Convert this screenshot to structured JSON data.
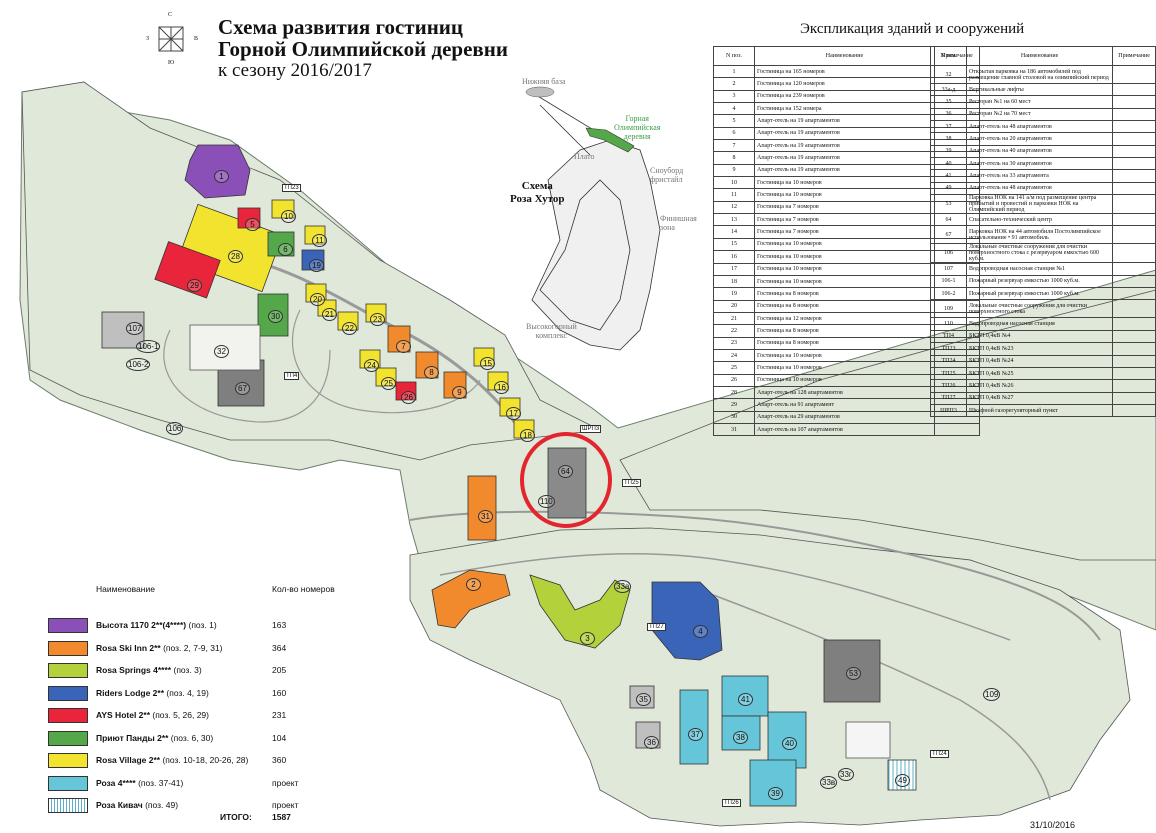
{
  "title": {
    "line1": "Схема развития гостиниц",
    "line2": "Горной Олимпийской деревни",
    "line3": "к сезону 2016/2017"
  },
  "compass": {
    "n": "С",
    "s": "Ю",
    "w": "З",
    "e": "В"
  },
  "explication": {
    "title": "Экспликация зданий и сооружений",
    "headers": {
      "num": "N поз.",
      "name": "Наименование",
      "note": "Примечание"
    },
    "left": [
      [
        "1",
        "Гостиница на 165 номеров"
      ],
      [
        "2",
        "Гостиница на 120 номеров"
      ],
      [
        "3",
        "Гостиница на 239 номеров"
      ],
      [
        "4",
        "Гостиница на 152 номера"
      ],
      [
        "5",
        "Апарт-отель на 19 апартаментов"
      ],
      [
        "6",
        "Апарт-отель на 19 апартаментов"
      ],
      [
        "7",
        "Апарт-отель на 19 апартаментов"
      ],
      [
        "8",
        "Апарт-отель на 19 апартаментов"
      ],
      [
        "9",
        "Апарт-отель на 19 апартаментов"
      ],
      [
        "10",
        "Гостиница на 10 номеров"
      ],
      [
        "11",
        "Гостиница на 10 номеров"
      ],
      [
        "12",
        "Гостиница на 7 номеров"
      ],
      [
        "13",
        "Гостиница на 7 номеров"
      ],
      [
        "14",
        "Гостиница на 7 номеров"
      ],
      [
        "15",
        "Гостиница на 10 номеров"
      ],
      [
        "16",
        "Гостиница на 10 номеров"
      ],
      [
        "17",
        "Гостиница на 10 номеров"
      ],
      [
        "18",
        "Гостиница на 10 номеров"
      ],
      [
        "19",
        "Гостиница на 8 номеров"
      ],
      [
        "20",
        "Гостиница на 8 номеров"
      ],
      [
        "21",
        "Гостиница на 12 номеров"
      ],
      [
        "22",
        "Гостиница на 8 номеров"
      ],
      [
        "23",
        "Гостиница на 8 номеров"
      ],
      [
        "24",
        "Гостиница на 10 номеров"
      ],
      [
        "25",
        "Гостиница на 10 номеров"
      ],
      [
        "26",
        "Гостиница на 10 номеров"
      ],
      [
        "28",
        "Апарт-отель на 128 апартаментов"
      ],
      [
        "29",
        "Апарт-отель на 91 апартамент"
      ],
      [
        "30",
        "Апарт-отель на 29 апартаментов"
      ],
      [
        "31",
        "Апарт-отель на 107 апартаментов"
      ]
    ],
    "right": [
      [
        "32",
        "Открытая парковка на 186 автомобилей под размещение главной столовой на олимпийский период"
      ],
      [
        "33а-д",
        "Вертикальные лифты"
      ],
      [
        "35",
        "Ресторан №1 на 60 мест"
      ],
      [
        "36",
        "Ресторан №2 на 70 мест"
      ],
      [
        "37",
        "Апарт-отель на 48 апартаментов"
      ],
      [
        "38",
        "Апарт-отель на 20 апартаментов"
      ],
      [
        "39",
        "Апарт-отель на 40 апартаментов"
      ],
      [
        "40",
        "Апарт-отель на 30 апартаментов"
      ],
      [
        "41",
        "Апарт-отель на 33 апартамента"
      ],
      [
        "49",
        "Апарт-отель на 48 апартаментов"
      ],
      [
        "53",
        "Парковка НОК на 141 а/м под размещение центра прибытий и провестий и парковки НОК на Олимпийский период"
      ],
      [
        "64",
        "Спасательно-технический центр"
      ],
      [
        "67",
        "Парковка НОК на 44 автомобиля Постолимпийское использование • 91 автомобиль"
      ],
      [
        "106",
        "Локальные очистные сооружения для очистки поверхностного стока с резервуаром емкостью 600 куб.м."
      ],
      [
        "107",
        "Водопроводная насосная станция №1"
      ],
      [
        "106-1",
        "Пожарный резервуар емкостью 1000 куб.м."
      ],
      [
        "106-2",
        "Пожарный резервуар емкостью 1000 куб.м."
      ],
      [
        "109",
        "Локальные очистные сооружения для очистки поверхностного стока"
      ],
      [
        "110",
        "Водопроводная насосная станция"
      ],
      [
        "ТП4",
        "БКТП 0,4кВ №4"
      ],
      [
        "ТП23",
        "БКТП 0,4кВ №23"
      ],
      [
        "ТП24",
        "БКТП 0,4кВ №24"
      ],
      [
        "ТП25",
        "БКТП 0,4кВ №25"
      ],
      [
        "ТП26",
        "БКТП 0,4кВ №26"
      ],
      [
        "ТП27",
        "БКТП 0,4кВ №27"
      ],
      [
        "ШРП3",
        "Шкафной газорегуляторный пункт"
      ]
    ]
  },
  "legend": {
    "header_name": "Наименование",
    "header_count": "Кол-во номеров",
    "rows": [
      {
        "name": "Высота 1170 2**(4****)",
        "positions": "(поз. 1)",
        "count": "163",
        "color": "#8b4fb8",
        "pattern": "solid"
      },
      {
        "name": "Rosa Ski Inn 2**",
        "positions": "(поз. 2, 7-9, 31)",
        "count": "364",
        "color": "#f08a2c",
        "pattern": "solid"
      },
      {
        "name": "Rosa Springs 4****",
        "positions": "(поз. 3)",
        "count": "205",
        "color": "#b3d13a",
        "pattern": "solid"
      },
      {
        "name": "Riders Lodge 2**",
        "positions": "(поз. 4, 19)",
        "count": "160",
        "color": "#3a64b8",
        "pattern": "solid"
      },
      {
        "name": "AYS Hotel 2**",
        "positions": "(поз. 5, 26, 29)",
        "count": "231",
        "color": "#e8253a",
        "pattern": "solid"
      },
      {
        "name": "Приют Панды 2**",
        "positions": "(поз. 6, 30)",
        "count": "104",
        "color": "#55a84a",
        "pattern": "solid"
      },
      {
        "name": "Rosa Village 2**",
        "positions": "(поз. 10-18, 20-26, 28)",
        "count": "360",
        "color": "#f2e42e",
        "pattern": "solid"
      },
      {
        "name": "Роза 4****",
        "positions": "(поз. 37-41)",
        "count": "проект",
        "color": "#66c6d9",
        "pattern": "solid"
      },
      {
        "name": "Роза Кивач",
        "positions": "(поз. 49)",
        "count": "проект",
        "color": "#ffffff",
        "pattern": "hatch"
      }
    ],
    "total_label": "ИТОГО:",
    "total_value": "1587"
  },
  "inset": {
    "main_line1": "Схема",
    "main_line2": "Роза Хутор",
    "nizhnyaya": "Нижняя база",
    "gornaya_line1": "Горная",
    "gornaya_line2": "Олимпийская",
    "gornaya_line3": "деревня",
    "plato": "Плато",
    "snowboard_line1": "Сноуборд",
    "snowboard_line2": "фристайл",
    "finish_line1": "Финишная",
    "finish_line2": "зона",
    "high_line1": "Высокогорный",
    "high_line2": "комплекс"
  },
  "map_labels": {
    "tp23": "ТП23",
    "tp4": "ТП4",
    "tp25": "ТП25",
    "tp27": "ТП27",
    "tp24": "ТП24",
    "tp26": "ТП26",
    "shrp3": "ШРП3",
    "b1": "1",
    "b2": "2",
    "b3": "3",
    "b4": "4",
    "b5": "5",
    "b6": "6",
    "b7": "7",
    "b8": "8",
    "b9": "9",
    "b10": "10",
    "b11": "11",
    "b15": "15",
    "b16": "16",
    "b17": "17",
    "b18": "18",
    "b19": "19",
    "b20": "20",
    "b21": "21",
    "b22": "22",
    "b23": "23",
    "b24": "24",
    "b25": "25",
    "b26": "26",
    "b28": "28",
    "b29": "29",
    "b30": "30",
    "b31": "31",
    "b32": "32",
    "b33a": "33а",
    "b33g": "33г",
    "b33v": "33в",
    "b35": "35",
    "b36": "36",
    "b37": "37",
    "b38": "38",
    "b39": "39",
    "b40": "40",
    "b41": "41",
    "b49": "49",
    "b53": "53",
    "b64": "64",
    "b67": "67",
    "b106": "106",
    "b107": "107",
    "b1061": "106-1",
    "b1062": "106-2",
    "b109": "109",
    "b110": "110"
  },
  "date": "31/10/2016"
}
